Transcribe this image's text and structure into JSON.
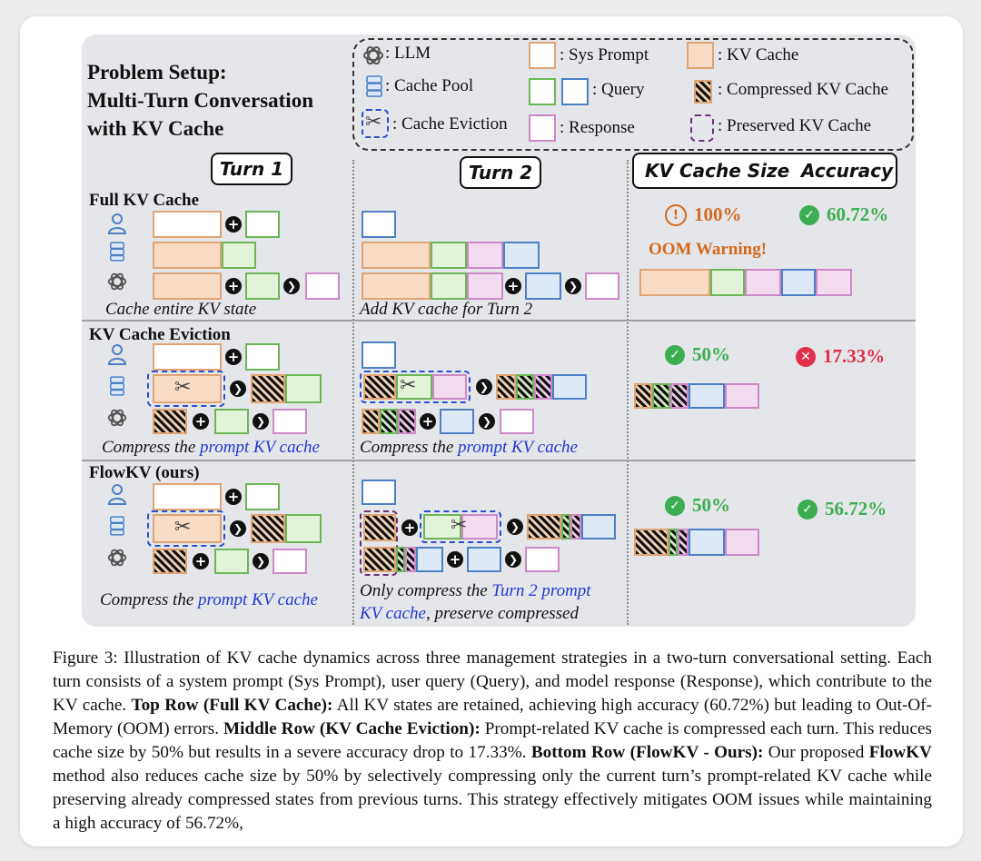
{
  "setup_title": [
    "Problem Setup:",
    "Multi-Turn Conversation",
    "with KV Cache"
  ],
  "legend": {
    "llm": ": LLM",
    "cache_pool": ": Cache Pool",
    "cache_eviction": ": Cache Eviction",
    "sys_prompt": ": Sys Prompt",
    "query": ": Query",
    "response": ": Response",
    "kv_cache": ": KV Cache",
    "compressed_kv": ": Compressed KV Cache",
    "preserved_kv": ": Preserved KV Cache"
  },
  "headers": {
    "turn1": "Turn 1",
    "turn2": "Turn 2",
    "kv_size": "KV Cache Size",
    "accuracy": "Accuracy"
  },
  "rows": {
    "full": {
      "title": "Full KV Cache",
      "cap1": "Cache entire KV state",
      "cap2": "Add KV cache for Turn 2",
      "size": "100%",
      "acc": "60.72%",
      "warning": "OOM Warning!"
    },
    "evict": {
      "title": "KV Cache Eviction",
      "cap1_a": "Compress the ",
      "cap1_b": "prompt KV cache",
      "cap2_a": "Compress the ",
      "cap2_b": "prompt KV cache",
      "size": "50%",
      "acc": "17.33%"
    },
    "flow": {
      "title": "FlowKV (ours)",
      "cap1_a": "Compress the ",
      "cap1_b": "prompt KV cache",
      "cap2_a": "Only compress the ",
      "cap2_b": "Turn 2 prompt",
      "cap2_c": "KV cache",
      "cap2_d": ", preserve compressed",
      "size": "50%",
      "acc": "56.72%"
    }
  },
  "caption": {
    "p1": "Figure 3: Illustration of KV cache dynamics across three management strategies in a two-turn conversational setting. Each turn consists of a system prompt (Sys Prompt), user query (Query), and model response (Response), which contribute to the KV cache. ",
    "b1": "Top Row (Full KV Cache):",
    "p2": " All KV states are retained, achieving high accuracy (60.72%) but leading to Out-Of-Memory (OOM) errors. ",
    "b2": "Middle Row (KV Cache Eviction):",
    "p3": " Prompt-related KV cache is compressed each turn. This reduces cache size by 50% but results in a severe accuracy drop to 17.33%. ",
    "b3": "Bottom Row (FlowKV - Ours):",
    "p4": " Our proposed ",
    "b4": "FlowKV",
    "p5": " method also reduces cache size by 50% by selectively compressing only the current turn’s prompt-related KV cache while preserving already compressed states from previous turns. This strategy effectively mitigates OOM issues while maintaining a high accuracy of 56.72%,"
  },
  "colors": {
    "sys": "#f8dcc6",
    "query_green": "#e3f3da",
    "query_blue": "#dce8f5",
    "response": "#f3dcef",
    "ok": "#3cae52",
    "bad": "#e0304a",
    "warn": "#d36a1e",
    "highlight": "#2238d0"
  }
}
